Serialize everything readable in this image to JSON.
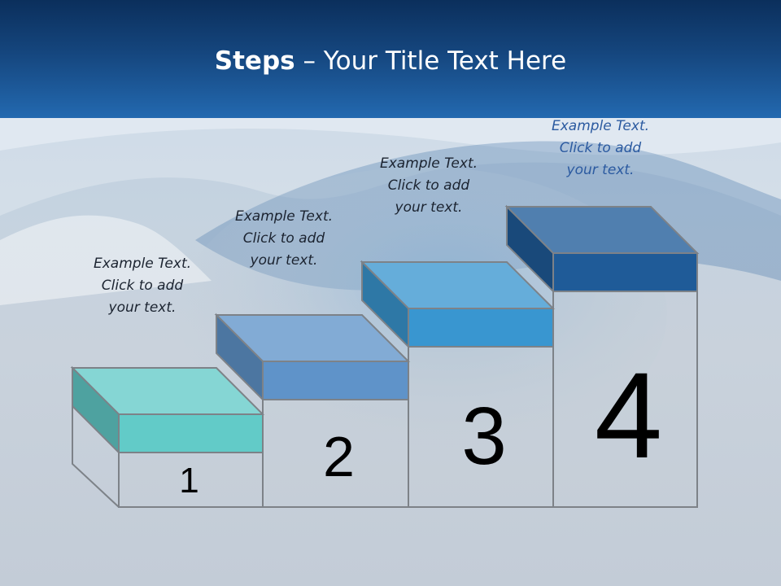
{
  "slide": {
    "title_bold": "Steps",
    "title_rest": " – Your Title Text Here"
  },
  "steps": [
    {
      "number": "1",
      "text": "Example Text.\nClick  to add\nyour text.",
      "color": "#62cbc8"
    },
    {
      "number": "2",
      "text": "Example Text.\nClick  to add\nyour text.",
      "color": "#5f93c9"
    },
    {
      "number": "3",
      "text": "Example Text.\nClick  to add\nyour text.",
      "color": "#3996d0"
    },
    {
      "number": "4",
      "text": "Example Text.\nClick  to add\nyour text.",
      "color": "#1f5b98"
    }
  ],
  "colors": {
    "header_dark": "#0b2f5c",
    "header_light": "#2369b0",
    "outline": "#7d8288"
  }
}
